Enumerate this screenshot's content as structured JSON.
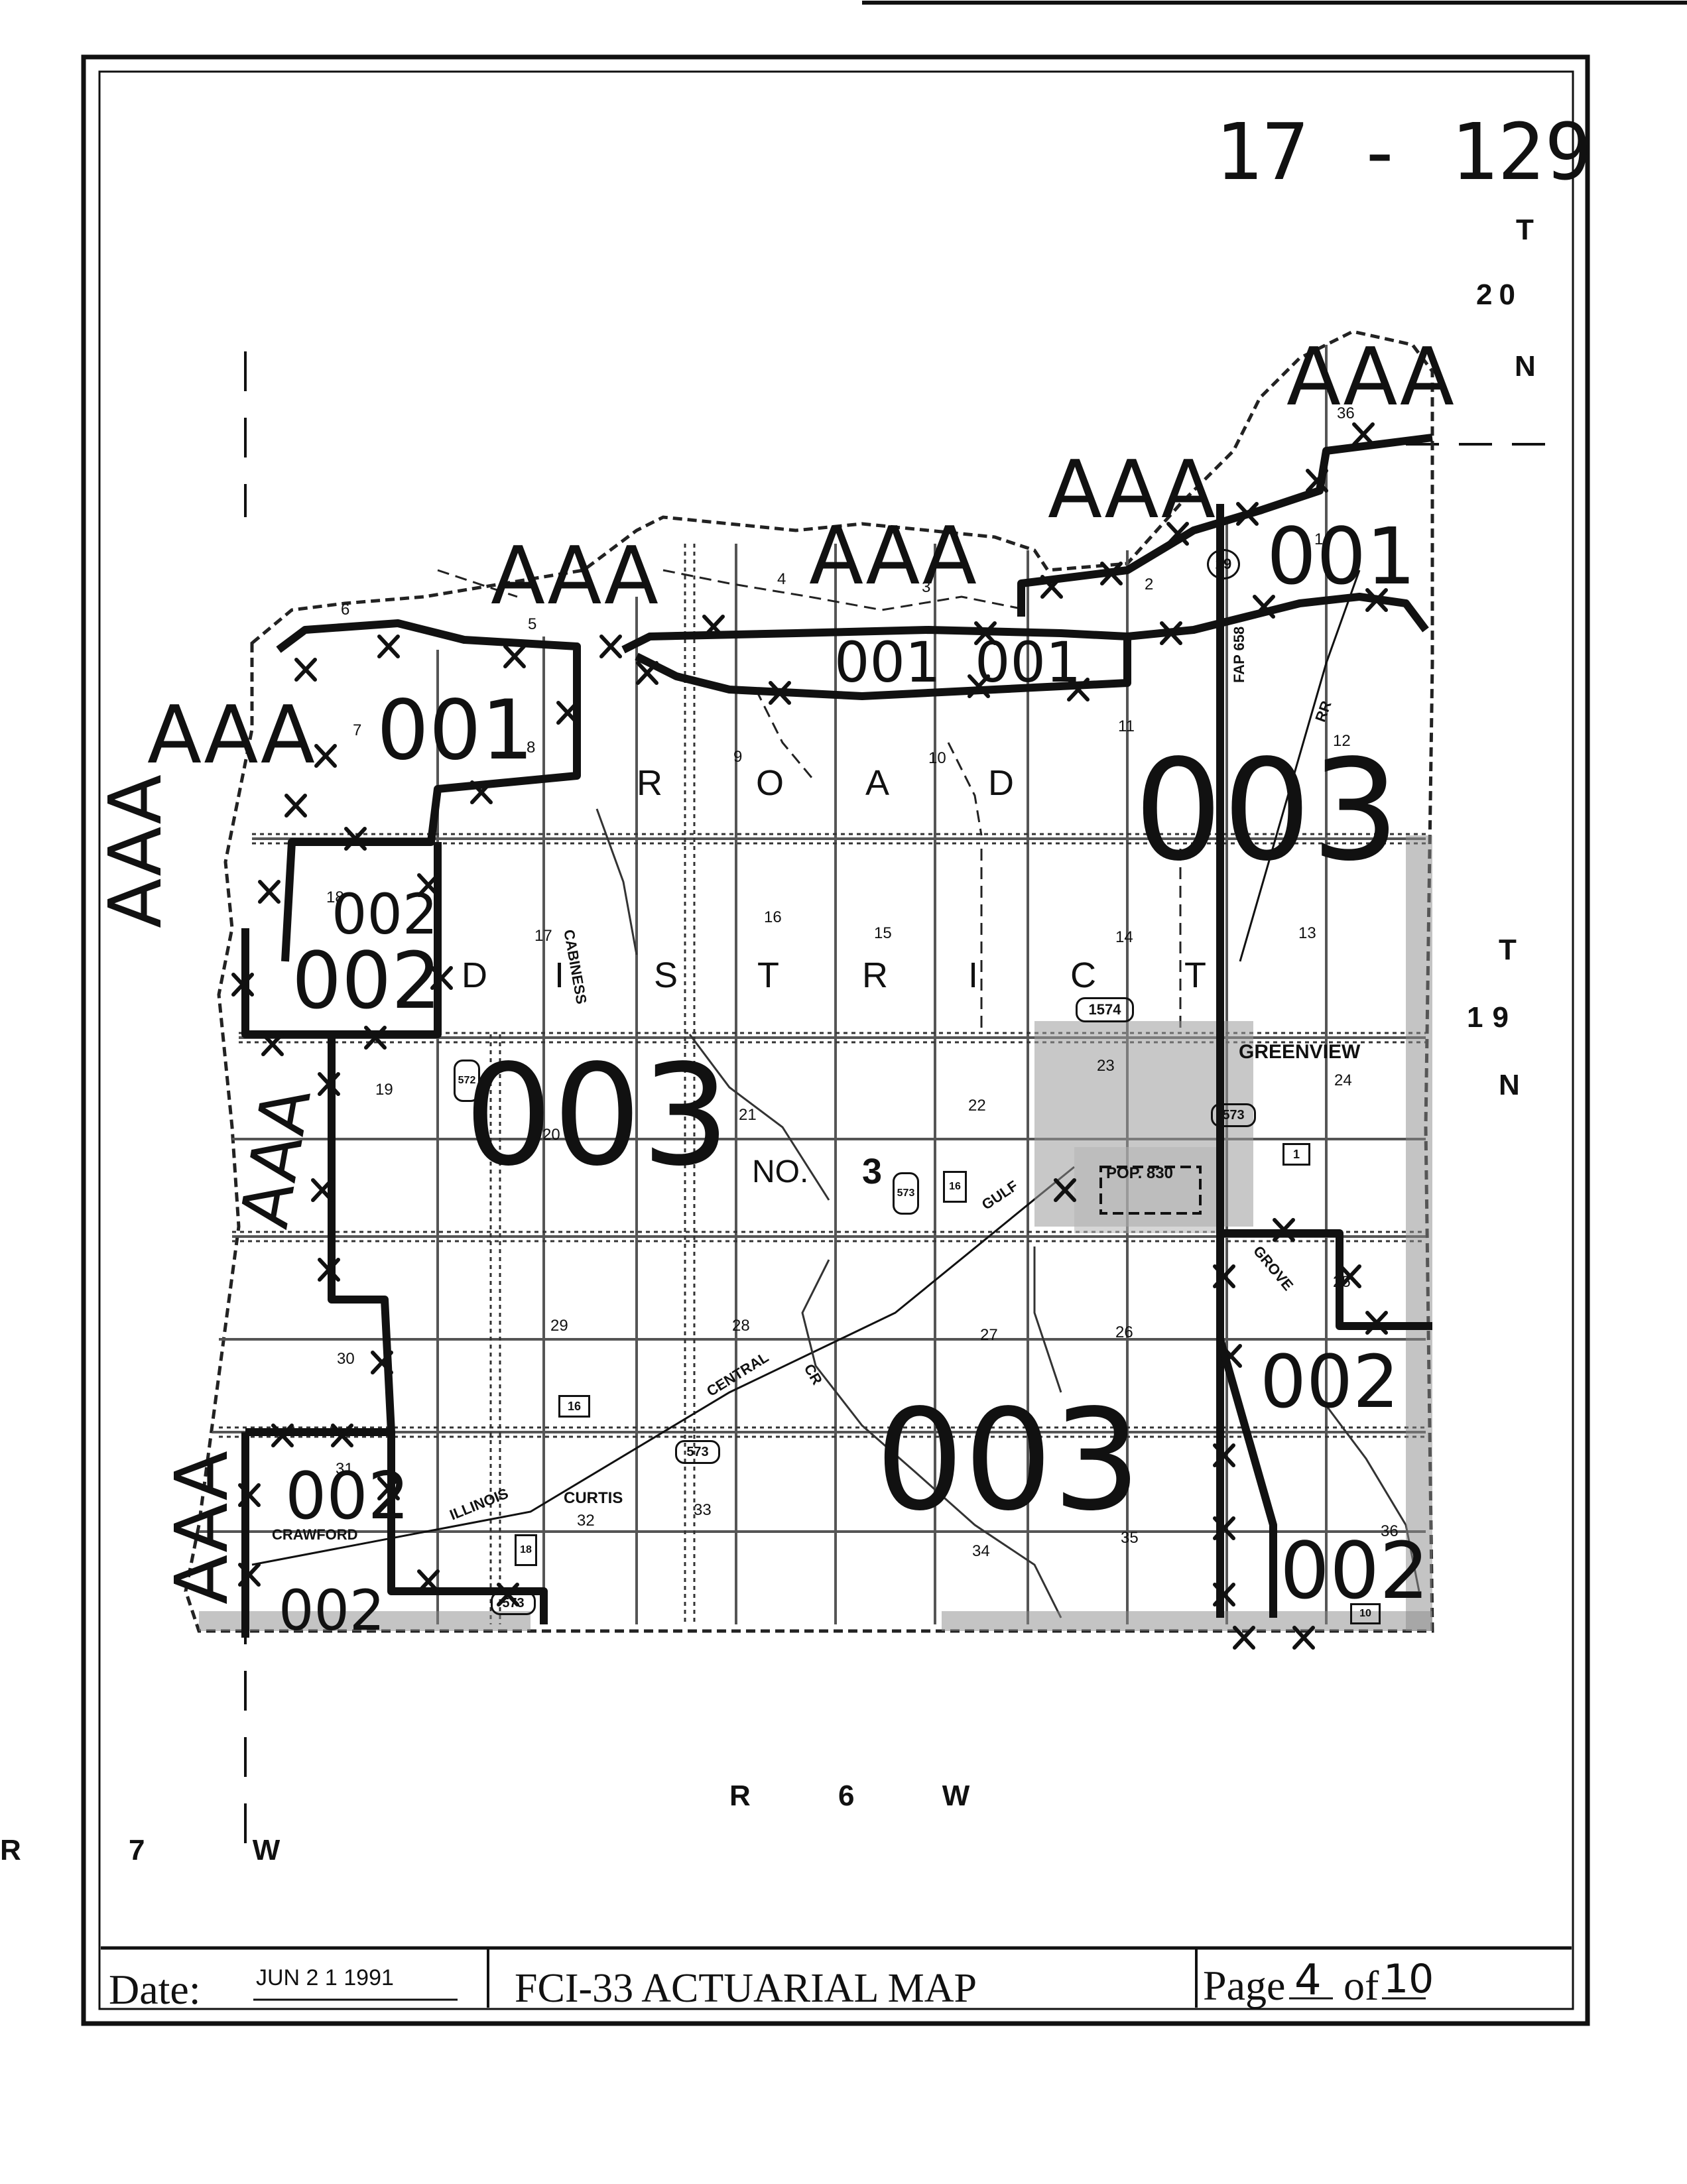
{
  "map_id": "17 - 129",
  "township_north": {
    "t": "T",
    "num": "20",
    "n": "N"
  },
  "township_south": {
    "t": "T",
    "num": "19",
    "n": "N"
  },
  "range_east": "R 6 W",
  "range_west": "R 7 W",
  "zone_labels": {
    "aaa": "AAA",
    "z001": "001",
    "z002": "002",
    "z003": "003"
  },
  "district_letters": {
    "road": [
      "R",
      "O",
      "A",
      "D"
    ],
    "district": [
      "D",
      "I",
      "S",
      "T",
      "R",
      "I",
      "C",
      "T"
    ],
    "no": "NO.",
    "num": "3"
  },
  "sections": [
    "1",
    "2",
    "3",
    "4",
    "5",
    "6",
    "7",
    "8",
    "9",
    "10",
    "11",
    "12",
    "13",
    "14",
    "15",
    "16",
    "17",
    "18",
    "19",
    "20",
    "21",
    "22",
    "23",
    "24",
    "25",
    "26",
    "27",
    "28",
    "29",
    "30",
    "31",
    "32",
    "33",
    "34",
    "35",
    "36",
    "36"
  ],
  "place_names": {
    "greenview": "GREENVIEW",
    "pop": "POP. 830",
    "curtis": "CURTIS",
    "crawford": "CRAWFORD",
    "illinois": "ILLINOIS",
    "central": "CENTRAL",
    "gulf": "GULF",
    "grove": "GROVE",
    "cabiness": "CABINESS",
    "fap": "FAP 658",
    "rr": "RR",
    "cr": "CR"
  },
  "route_shields": [
    "29",
    "1574",
    "573",
    "573",
    "573",
    "573",
    "572",
    "16",
    "16",
    "18",
    "1",
    "10"
  ],
  "footer": {
    "date_label": "Date:",
    "date_value": "JUN 2 1 1991",
    "title": "FCI-33 ACTUARIAL MAP",
    "page_label": "Page",
    "page_num": "4",
    "of_label": "of",
    "page_total": "10"
  }
}
